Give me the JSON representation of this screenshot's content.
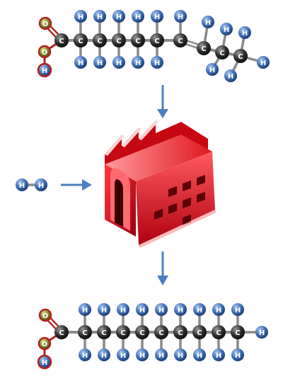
{
  "atom_labels": {
    "carbon": "C",
    "hydrogen": "H",
    "oxygen": "O"
  },
  "colors": {
    "carbon": "#2e2e2e",
    "hydrogen": "#3d6fb5",
    "oxygen": "#7d8a2a",
    "oxygen_ring": "#b52020",
    "arrow": "#4a7fc1",
    "factory": "#e0161f"
  },
  "molecules": {
    "unsaturated_fatty_acid": {
      "carbon_count": 10,
      "double_bond": "C7=C8",
      "functional_group": "COOH"
    },
    "hydrogen_molecule": {
      "atoms": [
        "H",
        "H"
      ]
    },
    "saturated_fatty_acid": {
      "carbon_count": 10,
      "functional_group": "COOH"
    }
  },
  "icons": [
    "factory-icon",
    "arrow-down-icon",
    "arrow-right-icon"
  ]
}
